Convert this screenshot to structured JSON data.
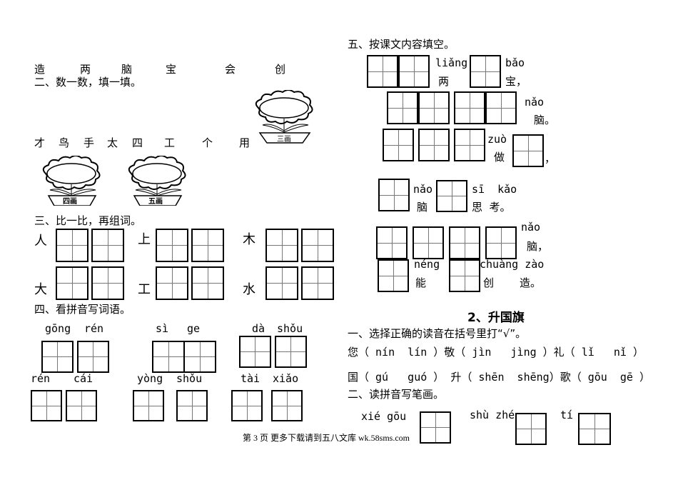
{
  "left": {
    "chars_row1": [
      "造",
      "两",
      "脑",
      "宝",
      "会",
      "创"
    ],
    "section2_title": "二、数一数，填一填。",
    "chars_row2": [
      "才",
      "鸟",
      "手",
      "太",
      "四",
      "工",
      "个",
      "用"
    ],
    "flowers": [
      "三画",
      "四画",
      "五画"
    ],
    "section3_title": "三、比一比，再组词。",
    "compare_chars": [
      "人",
      "上",
      "木",
      "大",
      "工",
      "水"
    ],
    "section4_title": "四、看拼音写词语。",
    "pinyin_row1": [
      "gōng",
      "rén",
      "sì",
      "ge",
      "dà",
      "shǒu"
    ],
    "pinyin_row2": [
      "rén",
      "cái",
      "yòng",
      "shǒu",
      "tài",
      "xiǎo"
    ]
  },
  "right": {
    "section5_title": "五、按课文内容填空。",
    "line1": {
      "py1": "liǎng",
      "ch1": "两",
      "py2": "bǎo",
      "ch2": "宝，"
    },
    "line2": {
      "py": "nǎo",
      "ch": "脑。"
    },
    "line3": {
      "py": "zuò",
      "ch": "做",
      "punct": "，"
    },
    "line4": {
      "py1": "nǎo",
      "ch1": "脑",
      "py2": "sī  kǎo",
      "ch2": "思  考。"
    },
    "line5": {
      "py": "nǎo",
      "ch": "脑，"
    },
    "line6": {
      "py1": "néng",
      "ch1": "能",
      "py2": "chuàng zào",
      "ch2a": "创",
      "ch2b": "造。"
    },
    "lesson_title": "2、升国旗",
    "q1_title": "一、选择正确的读音在括号里打“√”。",
    "q1_row1": "您（ nín  lín ）敬（ jìn   jìng ）礼（ lǐ   nǐ ）",
    "q1_row2": "国（ gú   guó ） 升（ shēn  shēng）歌（ gōu  gē ）",
    "q2_title": "二、读拼音写笔画。",
    "strokes": [
      "xié gōu",
      "shù zhé",
      "tí"
    ]
  },
  "footer": "第 3 页 更多下载请到五八文库 wk.58sms.com"
}
